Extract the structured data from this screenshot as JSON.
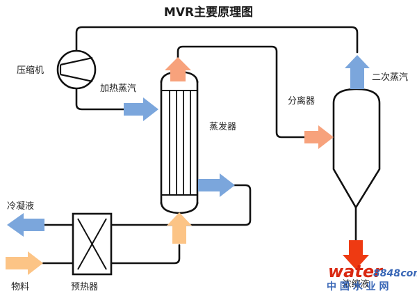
{
  "title": "MVR主要原理图",
  "labels": {
    "compressor": "压缩机",
    "heating_steam": "加热蒸汽",
    "evaporator": "蒸发器",
    "separator": "分离器",
    "secondary_steam": "二次蒸汽",
    "condensate": "冷凝液",
    "material": "物料",
    "preheater": "预热器",
    "concentrate": "浓缩液"
  },
  "watermark": {
    "brand_water": "water",
    "brand_num": "8848",
    "brand_com": ".com",
    "cn_text": "中 国 水 业 网"
  },
  "colors": {
    "blue_arrow": "#7ba6dc",
    "salmon_arrow": "#f7a27c",
    "peach_arrow": "#fcc486",
    "red_arrow": "#ee3a12",
    "watermark_red": "#d81e06",
    "watermark_blue": "#2f5fb3"
  }
}
